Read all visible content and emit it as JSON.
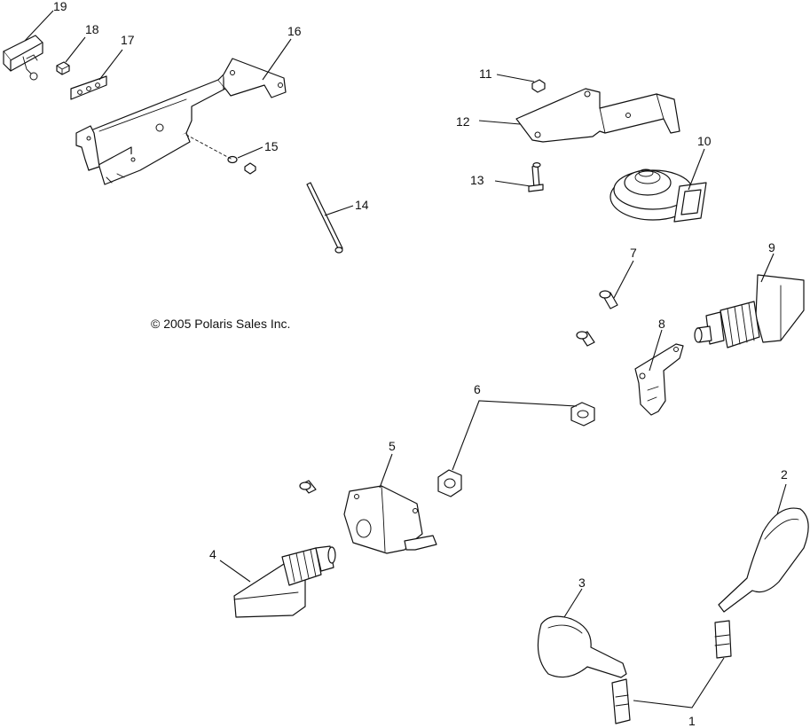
{
  "copyright": "© 2005 Polaris Sales Inc.",
  "callouts": [
    {
      "id": "1",
      "label": "1"
    },
    {
      "id": "2",
      "label": "2"
    },
    {
      "id": "3",
      "label": "3"
    },
    {
      "id": "4",
      "label": "4"
    },
    {
      "id": "5",
      "label": "5"
    },
    {
      "id": "6",
      "label": "6"
    },
    {
      "id": "7",
      "label": "7"
    },
    {
      "id": "8",
      "label": "8"
    },
    {
      "id": "9",
      "label": "9"
    },
    {
      "id": "10",
      "label": "10"
    },
    {
      "id": "11",
      "label": "11"
    },
    {
      "id": "12",
      "label": "12"
    },
    {
      "id": "13",
      "label": "13"
    },
    {
      "id": "14",
      "label": "14"
    },
    {
      "id": "15",
      "label": "15"
    },
    {
      "id": "16",
      "label": "16"
    },
    {
      "id": "17",
      "label": "17"
    },
    {
      "id": "18",
      "label": "18"
    },
    {
      "id": "19",
      "label": "19"
    }
  ]
}
